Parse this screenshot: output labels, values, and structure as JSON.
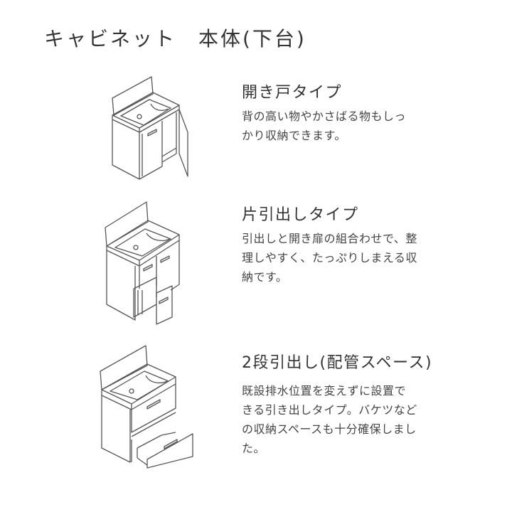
{
  "page": {
    "title": "キャビネット　本体(下台)"
  },
  "items": [
    {
      "title": "開き戸タイプ",
      "description_lines": [
        "背の高い物やかさばる物もしっ",
        "かり収納できます。"
      ],
      "illustration": "cabinet-hinged-door-icon"
    },
    {
      "title": "片引出しタイプ",
      "description_lines": [
        "引出しと開き扉の組合わせで、整",
        "理しやすく、たっぷりしまえる収",
        "納です。"
      ],
      "illustration": "cabinet-single-drawer-icon"
    },
    {
      "title": "2段引出し(配管スペース)",
      "description_lines": [
        "既設排水位置を変えずに設置で",
        "きる引き出しタイプ。バケツなど",
        "の収納スペースも十分確保しまし",
        "た。"
      ],
      "illustration": "cabinet-two-drawer-icon"
    }
  ],
  "colors": {
    "text": "#333333",
    "line": "#555555",
    "background": "#ffffff"
  }
}
